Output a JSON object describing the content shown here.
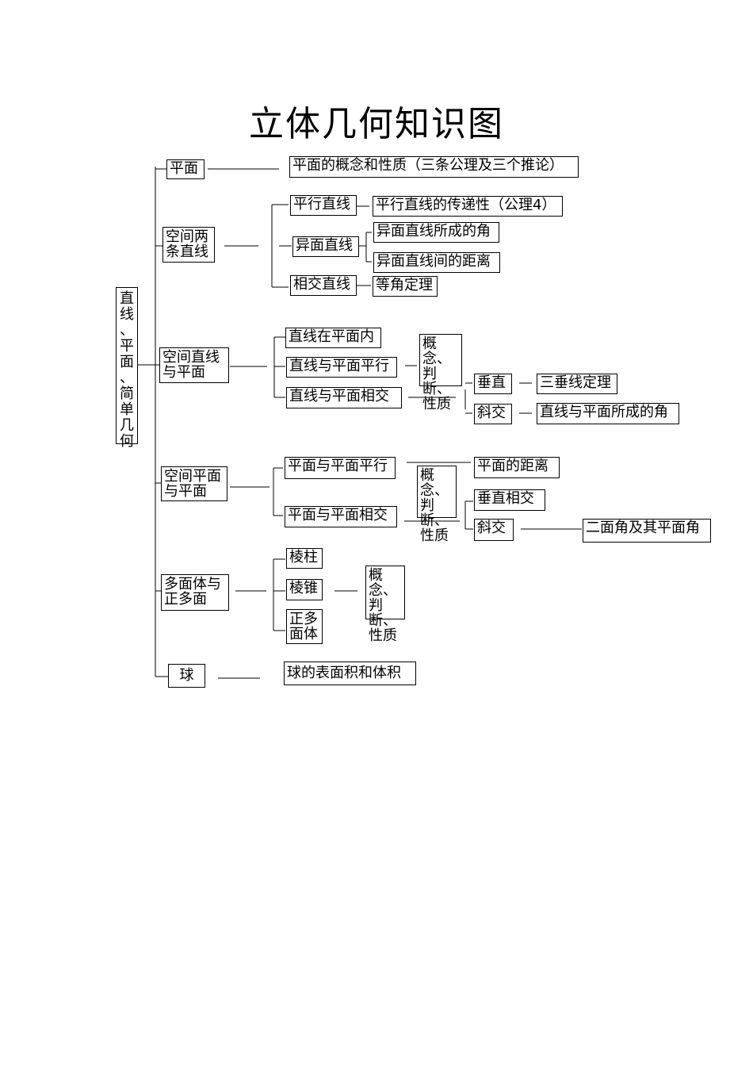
{
  "title": "立体几何知识图",
  "root": {
    "chars": [
      "直",
      "线",
      "、",
      "平",
      "面",
      "、",
      "简",
      "单",
      "几",
      "何"
    ]
  },
  "branches": {
    "plane": {
      "label": "平面",
      "detail": "平面的概念和性质（三条公理及三个推论）"
    },
    "two_lines": {
      "label_l1": "空间两",
      "label_l2": "条直线",
      "parallel": "平行直线",
      "parallel_detail": "平行直线的传递性（公理4）",
      "skew": "异面直线",
      "skew_angle": "异面直线所成的角",
      "skew_distance": "异面直线间的距离",
      "intersect": "相交直线",
      "intersect_detail": "等角定理"
    },
    "line_plane": {
      "label_l1": "空间直线",
      "label_l2": "与平面",
      "in_plane": "直线在平面内",
      "parallel": "直线与平面平行",
      "intersect": "直线与平面相交",
      "concept_l1": "概念、",
      "concept_l2": "判断、",
      "concept_l3": "性质",
      "perp": "垂直",
      "perp_detail": "三垂线定理",
      "oblique": "斜交",
      "oblique_detail": "直线与平面所成的角"
    },
    "plane_plane": {
      "label_l1": "空间平面",
      "label_l2": "与平面",
      "parallel": "平面与平面平行",
      "intersect": "平面与平面相交",
      "distance": "平面的距离",
      "concept_l1": "概念、",
      "concept_l2": "判断、",
      "concept_l3": "性质",
      "perp": "垂直相交",
      "oblique": "斜交",
      "dihedral": "二面角及其平面角"
    },
    "polyhedron": {
      "label_l1": "多面体与",
      "label_l2": "正多面",
      "prism": "棱柱",
      "pyramid": "棱锥",
      "regular_l1": "正多",
      "regular_l2": "面体",
      "concept_l1": "概念、",
      "concept_l2": "判断、",
      "concept_l3": "性质"
    },
    "sphere": {
      "label": "球",
      "detail": "球的表面积和体积"
    }
  }
}
